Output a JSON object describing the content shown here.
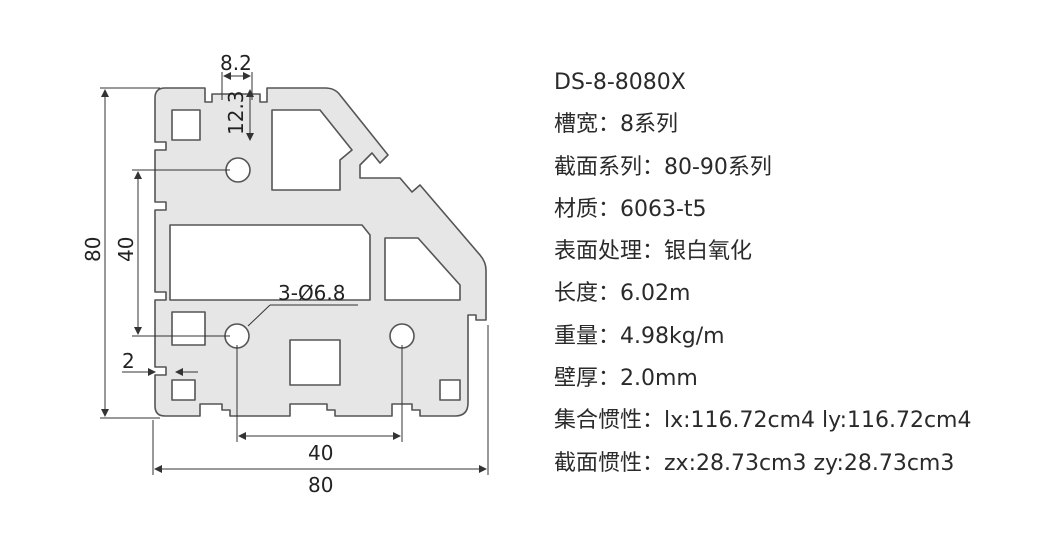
{
  "drawing": {
    "slot_width": "8.2",
    "slot_depth": "12.3",
    "overall_height": "80",
    "inner_height": "40",
    "hole_spec": "3-Ø6.8",
    "wall": "2",
    "inner_width": "40",
    "overall_width": "80"
  },
  "specs": {
    "model": "DS-8-8080X",
    "slot": "槽宽：8系列",
    "section_series": "截面系列：80-90系列",
    "material": "材质：6063-t5",
    "surface": "表面处理：银白氧化",
    "length": "长度：6.02m",
    "weight": "重量：4.98kg/m",
    "wall": "壁厚：2.0mm",
    "inertia": "集合惯性：lx:116.72cm4 ly:116.72cm4",
    "section_inertia": "截面惯性：zx:28.73cm3 zy:28.73cm3"
  },
  "colors": {
    "profile_fill": "#e6e6e6",
    "profile_stroke": "#555555",
    "dim_line": "#333333",
    "text": "#222222"
  }
}
